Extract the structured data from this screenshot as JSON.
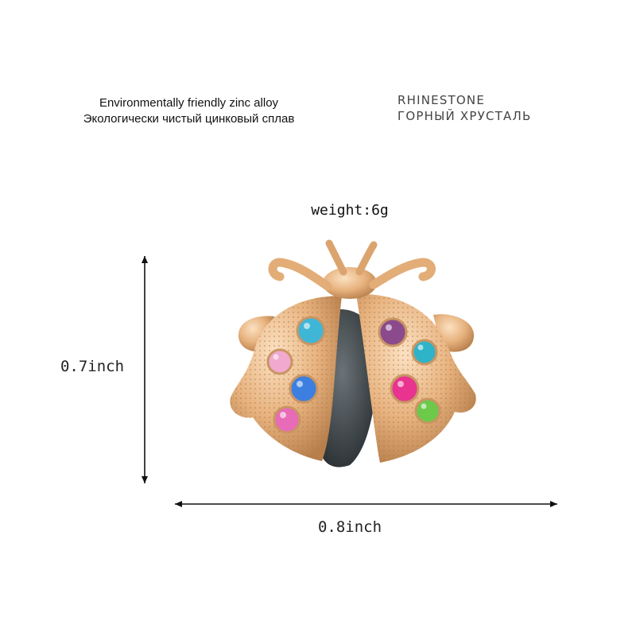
{
  "material": {
    "line_en": "Environmentally friendly zinc alloy",
    "line_ru": "Экологически чистый цинковый сплав"
  },
  "stone": {
    "line_en": "RHINESTONE",
    "line_ru": "ГОРНЫЙ ХРУСТАЛЬ"
  },
  "weight": "weight:6g",
  "dimensions": {
    "height": "0.7inch",
    "width": "0.8inch"
  },
  "product": {
    "name_icon": "ladybug-brooch",
    "metal_color": "#e7b27e",
    "body_color": "#3c4347",
    "gem_colors": [
      "#3fb6d6",
      "#f1a9d0",
      "#3c7fe0",
      "#e86bb8",
      "#8b4a8c",
      "#2fb3c8",
      "#e8338f",
      "#6cc94a"
    ]
  }
}
